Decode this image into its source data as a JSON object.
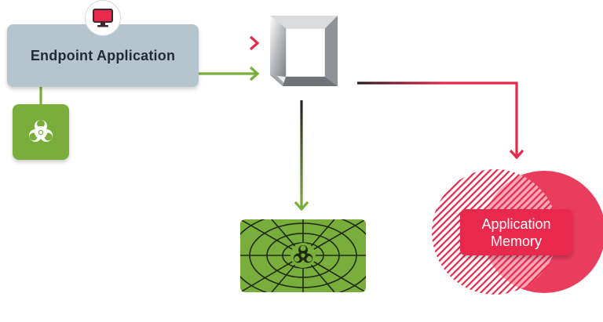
{
  "nodes": {
    "endpoint": {
      "label": "Endpoint Application",
      "icon": "monitor-icon"
    },
    "malware": {
      "icon": "biohazard-icon"
    },
    "gateway": {
      "icon": "frame-box-icon"
    },
    "infected_web": {
      "icon": "biohazard-web-icon"
    },
    "memory": {
      "line1": "Application",
      "line2": "Memory"
    }
  },
  "colors": {
    "red": "#e8284c",
    "green": "#7aae3c",
    "dark": "#222222",
    "endpoint_fill": "#b4c5ce"
  }
}
